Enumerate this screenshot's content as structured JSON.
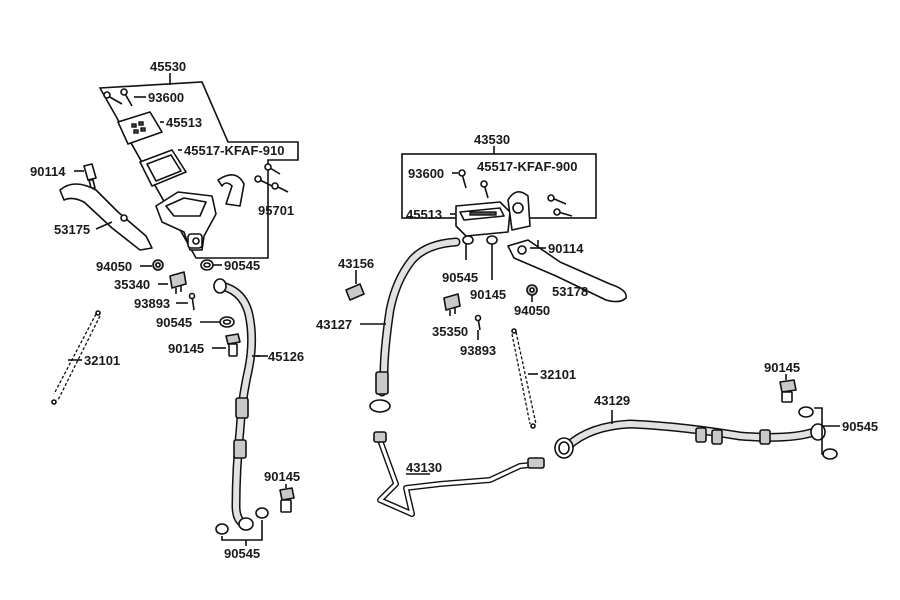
{
  "labels": {
    "l45530": "45530",
    "l93600a": "93600",
    "l45513a": "45513",
    "l45517a": "45517-KFAF-910",
    "l90114a": "90114",
    "l53175": "53175",
    "l95701": "95701",
    "l94050a": "94050",
    "l90545a": "90545",
    "l35340": "35340",
    "l93893a": "93893",
    "l90545b": "90545",
    "l90145a": "90145",
    "l45126": "45126",
    "l32101a": "32101",
    "l90145b": "90145",
    "l90545c": "90545",
    "l43530": "43530",
    "l93600b": "93600",
    "l45517b": "45517-KFAF-900",
    "l45513b": "45513",
    "l90114b": "90114",
    "l43156": "43156",
    "l90545d": "90545",
    "l90145c": "90145",
    "l53178": "53178",
    "l94050b": "94050",
    "l43127": "43127",
    "l35350": "35350",
    "l93893b": "93893",
    "l32101b": "32101",
    "l43129": "43129",
    "l43130": "43130",
    "l90145d": "90145",
    "l90545e": "90545"
  },
  "colors": {
    "line": "#111111",
    "hose_fill": "#e2e2e2",
    "part_fill": "#c9c9c9"
  }
}
